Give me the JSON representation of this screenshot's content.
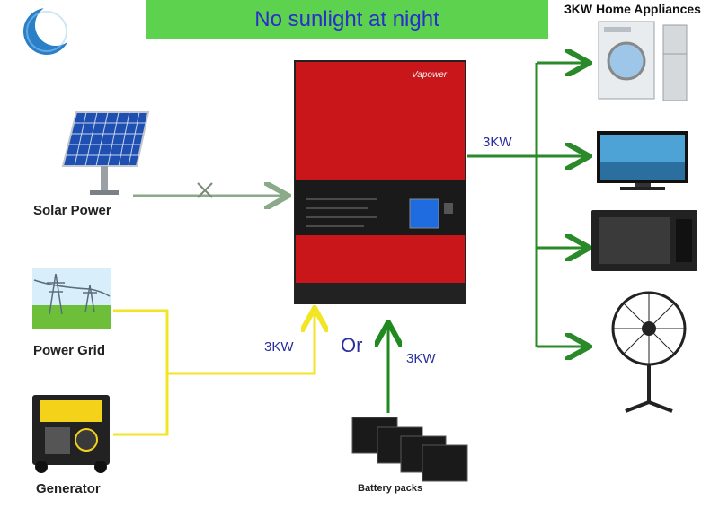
{
  "banner": {
    "text": "No sunlight at night"
  },
  "appliances_title": "3KW Home Appliances",
  "sources": {
    "solar": "Solar Power",
    "grid": "Power Grid",
    "generator": "Generator"
  },
  "battery_label": "Battery packs",
  "flow_labels": {
    "output": "3KW",
    "grid_input": "3KW",
    "battery_input": "3KW",
    "or": "Or"
  },
  "inverter": {
    "brand_mark": "Vapower"
  },
  "colors": {
    "banner": "#5dd24e",
    "banner_text": "#2a2ecb",
    "inverter_red": "#c8161b",
    "grid_wire": "#f2e526",
    "battery_wire": "#1f8a1f",
    "output_wire": "#2a8a2a",
    "solar_wire": "#8aaa8a",
    "blocked_mark": "#7a8a7a"
  }
}
